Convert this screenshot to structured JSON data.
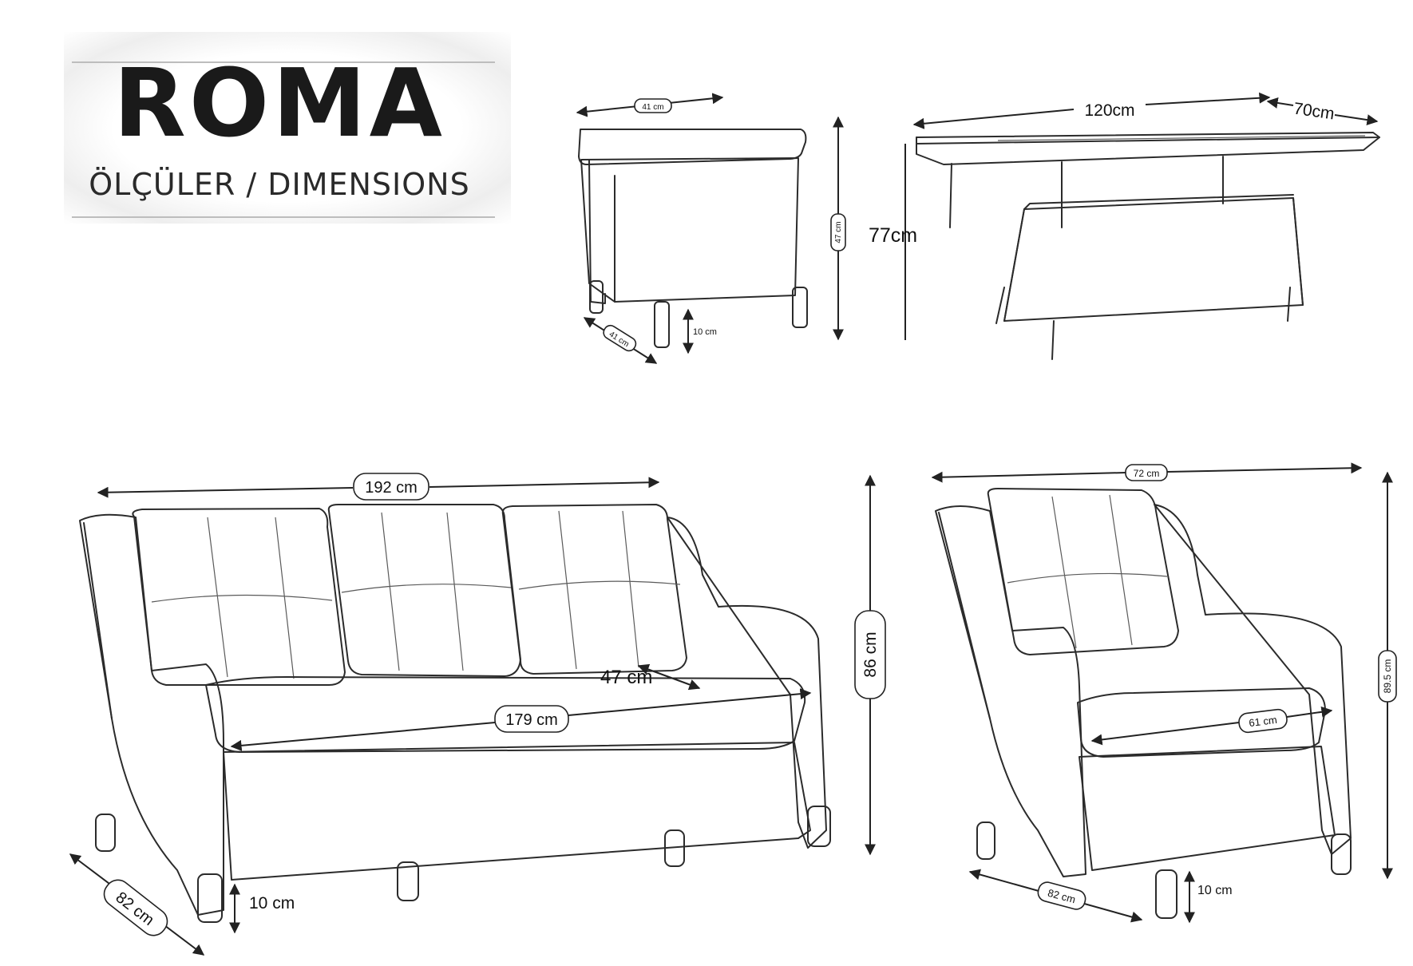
{
  "header": {
    "brand": "ROMA",
    "subtitle": "ÖLÇÜLER / DIMENSIONS"
  },
  "stool": {
    "width": "41 cm",
    "depth": "41 cm",
    "height": "47 cm",
    "leg_height": "10 cm"
  },
  "table": {
    "length": "120cm",
    "width": "70cm",
    "height": "77cm"
  },
  "sofa": {
    "width": "192 cm",
    "height": "86 cm",
    "seat_depth": "47 cm",
    "seat_width": "179 cm",
    "depth": "82 cm",
    "leg_height": "10 cm"
  },
  "armchair": {
    "width": "72 cm",
    "height": "89.5 cm",
    "seat_width": "61 cm",
    "depth": "82 cm",
    "leg_height": "10 cm"
  }
}
